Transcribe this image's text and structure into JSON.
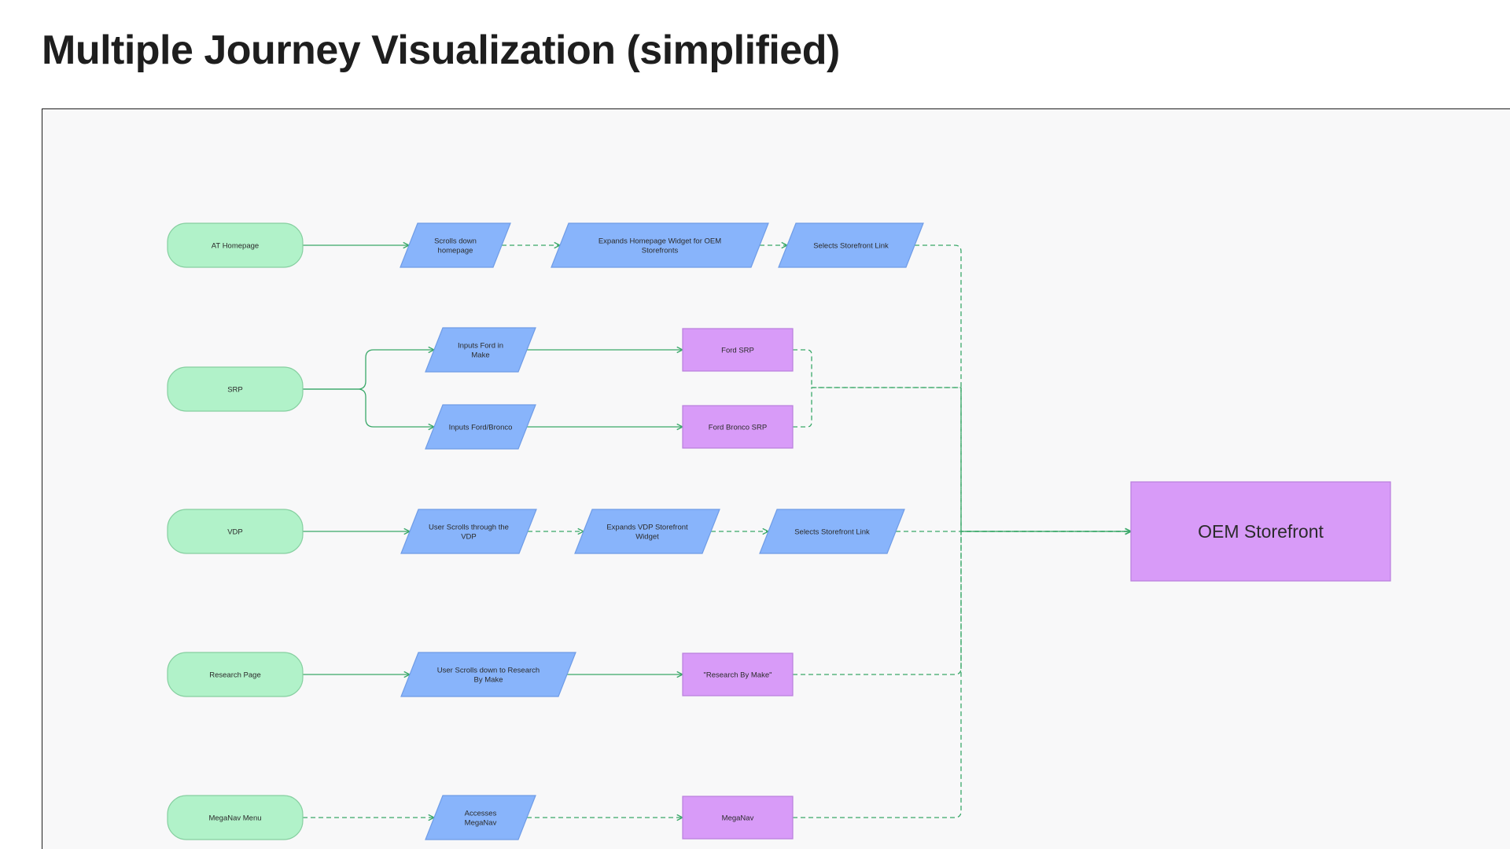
{
  "page": {
    "title": "Multiple Journey Visualization (simplified)"
  },
  "diagram": {
    "colors": {
      "start_fill": "#b1f2c9",
      "start_stroke": "#86cfa0",
      "action_fill": "#88b4fb",
      "action_stroke": "#6f9ce6",
      "page_fill": "#d89bf8",
      "page_stroke": "#b97fdc",
      "connector": "#3aa869",
      "canvas_bg": "#f8f8f9"
    },
    "nodes": [
      {
        "id": "at-homepage",
        "kind": "start",
        "lines": [
          "AT Homepage"
        ]
      },
      {
        "id": "scrolls-down-homepage",
        "kind": "action",
        "lines": [
          "Scrolls down",
          "homepage"
        ]
      },
      {
        "id": "expands-homepage-widget",
        "kind": "action",
        "lines": [
          "Expands Homepage Widget for OEM",
          "Storefronts"
        ]
      },
      {
        "id": "selects-storefront-link-1",
        "kind": "action",
        "lines": [
          "Selects Storefront Link"
        ]
      },
      {
        "id": "srp",
        "kind": "start",
        "lines": [
          "SRP"
        ]
      },
      {
        "id": "inputs-ford-in-make",
        "kind": "action",
        "lines": [
          "Inputs Ford in",
          "Make"
        ]
      },
      {
        "id": "ford-srp",
        "kind": "page",
        "lines": [
          "Ford SRP"
        ]
      },
      {
        "id": "inputs-ford-bronco",
        "kind": "action",
        "lines": [
          "Inputs Ford/Bronco"
        ]
      },
      {
        "id": "ford-bronco-srp",
        "kind": "page",
        "lines": [
          "Ford Bronco SRP"
        ]
      },
      {
        "id": "vdp",
        "kind": "start",
        "lines": [
          "VDP"
        ]
      },
      {
        "id": "user-scrolls-through-vdp",
        "kind": "action",
        "lines": [
          "User Scrolls through the",
          "VDP"
        ]
      },
      {
        "id": "expands-vdp-widget",
        "kind": "action",
        "lines": [
          "Expands VDP Storefront",
          "Widget"
        ]
      },
      {
        "id": "selects-storefront-link-2",
        "kind": "action",
        "lines": [
          "Selects Storefront Link"
        ]
      },
      {
        "id": "research-page",
        "kind": "start",
        "lines": [
          "Research Page"
        ]
      },
      {
        "id": "user-scrolls-research",
        "kind": "action",
        "lines": [
          "User Scrolls down to Research",
          "By Make"
        ]
      },
      {
        "id": "research-by-make",
        "kind": "page",
        "lines": [
          "\"Research By Make\""
        ]
      },
      {
        "id": "meganav-menu",
        "kind": "start",
        "lines": [
          "MegaNav Menu"
        ]
      },
      {
        "id": "accesses-meganav",
        "kind": "action",
        "lines": [
          "Accesses",
          "MegaNav"
        ]
      },
      {
        "id": "meganav",
        "kind": "page",
        "lines": [
          "MegaNav"
        ]
      },
      {
        "id": "oem-storefront",
        "kind": "target",
        "lines": [
          "OEM Storefront"
        ]
      }
    ],
    "edges": [
      {
        "from": "at-homepage",
        "to": "scrolls-down-homepage",
        "style": "solid"
      },
      {
        "from": "scrolls-down-homepage",
        "to": "expands-homepage-widget",
        "style": "dashed"
      },
      {
        "from": "expands-homepage-widget",
        "to": "selects-storefront-link-1",
        "style": "dashed"
      },
      {
        "from": "selects-storefront-link-1",
        "to": "oem-storefront",
        "style": "dashed"
      },
      {
        "from": "srp",
        "to": "inputs-ford-in-make",
        "style": "solid"
      },
      {
        "from": "srp",
        "to": "inputs-ford-bronco",
        "style": "solid"
      },
      {
        "from": "inputs-ford-in-make",
        "to": "ford-srp",
        "style": "solid"
      },
      {
        "from": "inputs-ford-bronco",
        "to": "ford-bronco-srp",
        "style": "solid"
      },
      {
        "from": "ford-srp",
        "to": "oem-storefront",
        "style": "dashed"
      },
      {
        "from": "ford-bronco-srp",
        "to": "oem-storefront",
        "style": "dashed"
      },
      {
        "from": "vdp",
        "to": "user-scrolls-through-vdp",
        "style": "solid"
      },
      {
        "from": "user-scrolls-through-vdp",
        "to": "expands-vdp-widget",
        "style": "dashed"
      },
      {
        "from": "expands-vdp-widget",
        "to": "selects-storefront-link-2",
        "style": "dashed"
      },
      {
        "from": "selects-storefront-link-2",
        "to": "oem-storefront",
        "style": "dashed"
      },
      {
        "from": "research-page",
        "to": "user-scrolls-research",
        "style": "solid"
      },
      {
        "from": "user-scrolls-research",
        "to": "research-by-make",
        "style": "solid"
      },
      {
        "from": "research-by-make",
        "to": "oem-storefront",
        "style": "dashed"
      },
      {
        "from": "meganav-menu",
        "to": "accesses-meganav",
        "style": "dashed"
      },
      {
        "from": "accesses-meganav",
        "to": "meganav",
        "style": "dashed"
      },
      {
        "from": "meganav",
        "to": "oem-storefront",
        "style": "dashed"
      }
    ]
  }
}
